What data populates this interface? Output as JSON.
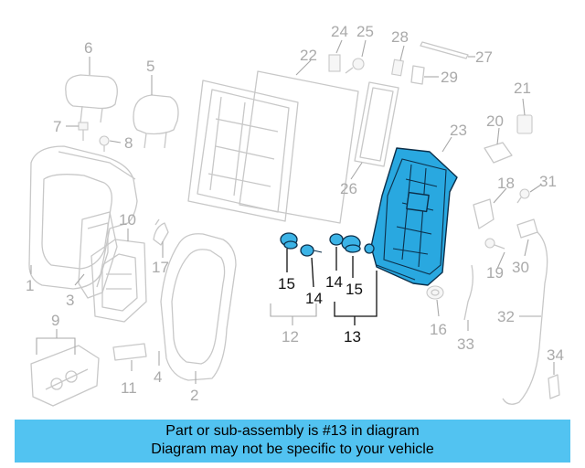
{
  "banner": {
    "line1": "Part or sub-assembly is #13 in diagram",
    "line2": "Diagram may not be specific to your vehicle"
  },
  "callouts": {
    "c1": "1",
    "c2": "2",
    "c3": "3",
    "c4": "4",
    "c5": "5",
    "c6": "6",
    "c7": "7",
    "c8": "8",
    "c9": "9",
    "c10": "10",
    "c11": "11",
    "c12": "12",
    "c13": "13",
    "c14a": "14",
    "c14b": "14",
    "c15a": "15",
    "c15b": "15",
    "c16": "16",
    "c17": "17",
    "c18": "18",
    "c19": "19",
    "c20": "20",
    "c21": "21",
    "c22": "22",
    "c23": "23",
    "c24": "24",
    "c25": "25",
    "c26": "26",
    "c27": "27",
    "c28": "28",
    "c29": "29",
    "c30": "30",
    "c31": "31",
    "c32": "32",
    "c33": "33",
    "c34": "34"
  },
  "highlighted_part": "13",
  "colors": {
    "highlight": "#29a8e0",
    "banner": "#52c3f1",
    "callout": "#aaaaaa"
  }
}
